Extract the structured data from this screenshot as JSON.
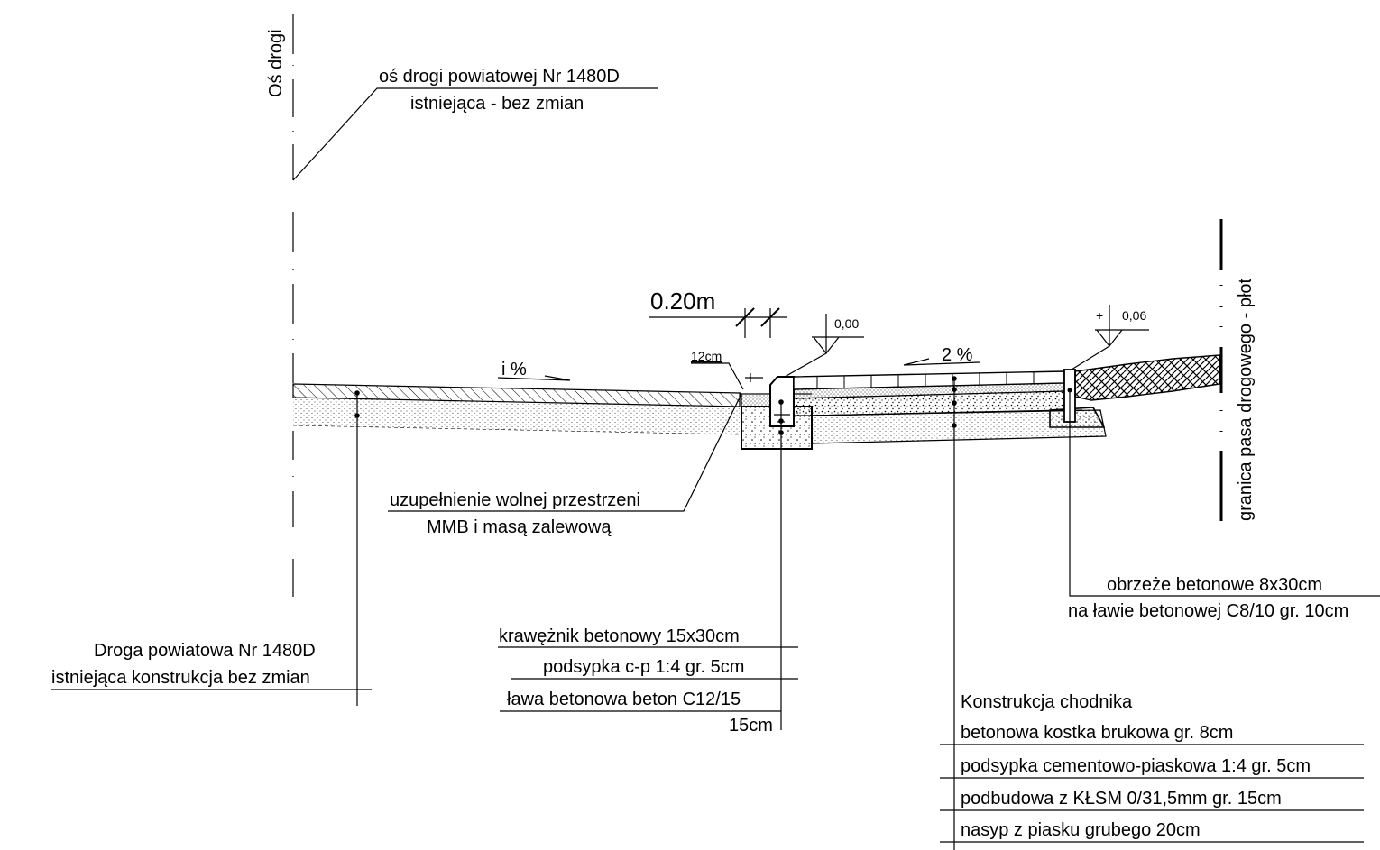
{
  "labels": {
    "axis_vertical": "Oś drogi",
    "axis_leader_line1": "oś drogi powiatowej Nr 1480D",
    "axis_leader_line2": "istniejąca - bez zmian",
    "dim_width": "0.20m",
    "elev_left": "0,00",
    "elev_right": "0,06",
    "elev_right_sign": "+",
    "curb_height": "12cm",
    "slope_road": "i %",
    "slope_sidewalk": "2 %",
    "boundary_vertical": "granica pasa drogowego - płot",
    "fill_line1": "uzupełnienie wolnej przestrzeni",
    "fill_line2": "MMB i masą zalewową",
    "edging_line1": "obrzeże betonowe 8x30cm",
    "edging_line2": "na ławie betonowej C8/10 gr. 10cm",
    "road_line1": "Droga powiatowa Nr 1480D",
    "road_line2": "istniejąca konstrukcja bez zmian",
    "curb_line1": "krawężnik betonowy 15x30cm",
    "curb_line2": "podsypka c-p 1:4 gr. 5cm",
    "curb_line3": "ława betonowa beton C12/15",
    "curb_line4": "15cm",
    "sidewalk_title": "Konstrukcja chodnika",
    "sidewalk_l1": "betonowa kostka brukowa gr. 8cm",
    "sidewalk_l2": "podsypka cementowo-piaskowa 1:4 gr. 5cm",
    "sidewalk_l3": "podbudowa z KŁSM 0/31,5mm gr. 15cm",
    "sidewalk_l4": "nasyp z piasku grubego 20cm"
  }
}
